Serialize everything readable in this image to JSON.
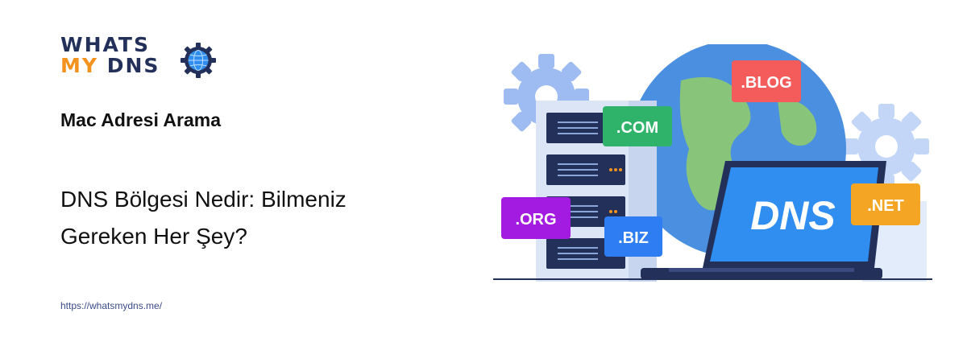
{
  "logo": {
    "line1": "WHATS",
    "line2_my": "MY ",
    "line2_dns": "DNS"
  },
  "subtitle": "Mac Adresi Arama",
  "headline": {
    "line1": "DNS Bölgesi Nedir: Bilmeniz",
    "line2": "Gereken Her Şey?"
  },
  "url": "https://whatsmydns.me/",
  "illustration": {
    "laptop_text": "DNS",
    "tags": [
      ".BLOG",
      ".COM",
      ".ORG",
      ".BIZ",
      ".NET"
    ]
  },
  "colors": {
    "brand_navy": "#23315a",
    "brand_orange": "#f3921d",
    "blog": "#f45b5b",
    "com": "#2fb36a",
    "org": "#a31be0",
    "biz": "#2f7df3",
    "net": "#f5a524"
  }
}
